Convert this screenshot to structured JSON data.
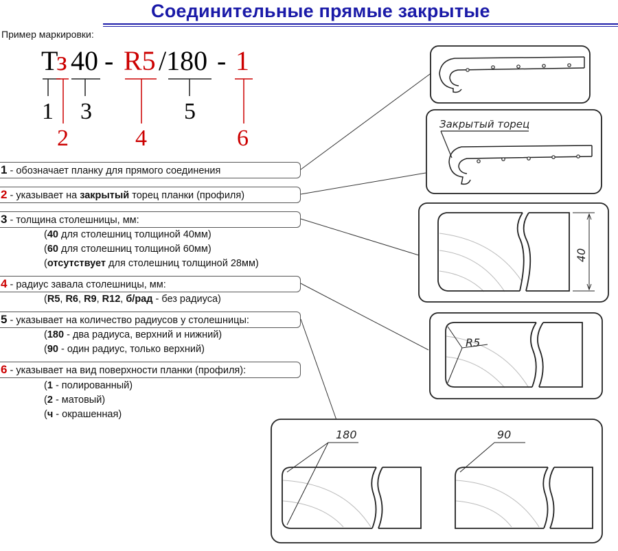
{
  "title": "Соединительные прямые закрытые",
  "example_label": "Пример маркировки:",
  "code": {
    "prefix_t": "Т",
    "prefix_z": "з",
    "thickness": "40",
    "dash1": " - ",
    "radius": "R5",
    "slash_count": "/180",
    "dash2": " - ",
    "surface": "1",
    "refs": [
      "1",
      "2",
      "3",
      "4",
      "5",
      "6"
    ]
  },
  "items": [
    {
      "num": "1",
      "text": " - обозначает планку для прямого соединения"
    },
    {
      "num": "2",
      "text_a": " - указывает на ",
      "bold": "закрытый",
      "text_b": " торец планки (профиля)"
    },
    {
      "num": "3",
      "text": " - толщина столешницы, мм:"
    },
    {
      "num": "4",
      "text": " - радиус завала столешницы, мм:"
    },
    {
      "num": "5",
      "text": " - указывает на количество радиусов у столешницы:"
    },
    {
      "num": "6",
      "text": " - указывает на вид поверхности планки (профиля):"
    }
  ],
  "item3_subs": [
    {
      "open": "(",
      "bold": "40",
      "rest": " для столешниц толщиной 40мм)"
    },
    {
      "open": "(",
      "bold": "60",
      "rest": " для столешниц толщиной 60мм)"
    },
    {
      "open": "(",
      "bold": "отсутствует",
      "rest": " для столешниц толщиной 28мм)"
    }
  ],
  "item4_sub": {
    "open": "(",
    "r5": "R5",
    "c1": ", ",
    "r6": "R6",
    "c2": ", ",
    "r9": "R9",
    "c3": ", ",
    "r12": "R12",
    "c4": ", ",
    "brad": "б/рад",
    "rest": " - без радиуса)"
  },
  "item5_subs": [
    {
      "open": "(",
      "bold": "180",
      "rest": " - два радиуса, верхний и нижний)"
    },
    {
      "open": "(",
      "bold": "90",
      "rest": " - один радиус, только верхний)"
    }
  ],
  "item6_subs": [
    {
      "open": "(",
      "bold": "1",
      "rest": " - полированный)"
    },
    {
      "open": "(",
      "bold": "2",
      "rest": " - матовый)"
    },
    {
      "open": "(",
      "bold": "ч",
      "rest": " - окрашенная)"
    }
  ],
  "drawings": {
    "closed_end_label": "Закрытый торец",
    "thickness_label": "40",
    "radius_label": "R5",
    "two_radius_label": "180",
    "one_radius_label": "90"
  },
  "colors": {
    "title": "#1a1aa8",
    "accent_red": "#cc0000"
  }
}
